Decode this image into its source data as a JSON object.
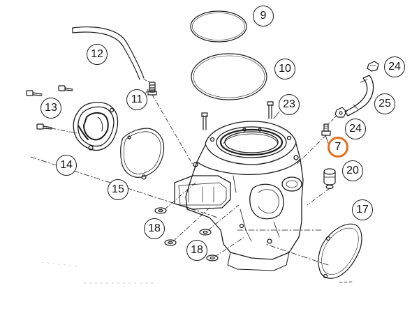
{
  "callouts": [
    {
      "label": "9"
    },
    {
      "label": "10"
    },
    {
      "label": "12"
    },
    {
      "label": "11"
    },
    {
      "label": "13"
    },
    {
      "label": "14"
    },
    {
      "label": "15"
    },
    {
      "label": "18"
    },
    {
      "label": "18"
    },
    {
      "label": "23"
    },
    {
      "label": "24"
    },
    {
      "label": "25"
    },
    {
      "label": "24"
    },
    {
      "label": "7"
    },
    {
      "label": "20"
    },
    {
      "label": "17"
    }
  ],
  "highlight_color": "#e0701f",
  "line_color": "#1a1a1a"
}
